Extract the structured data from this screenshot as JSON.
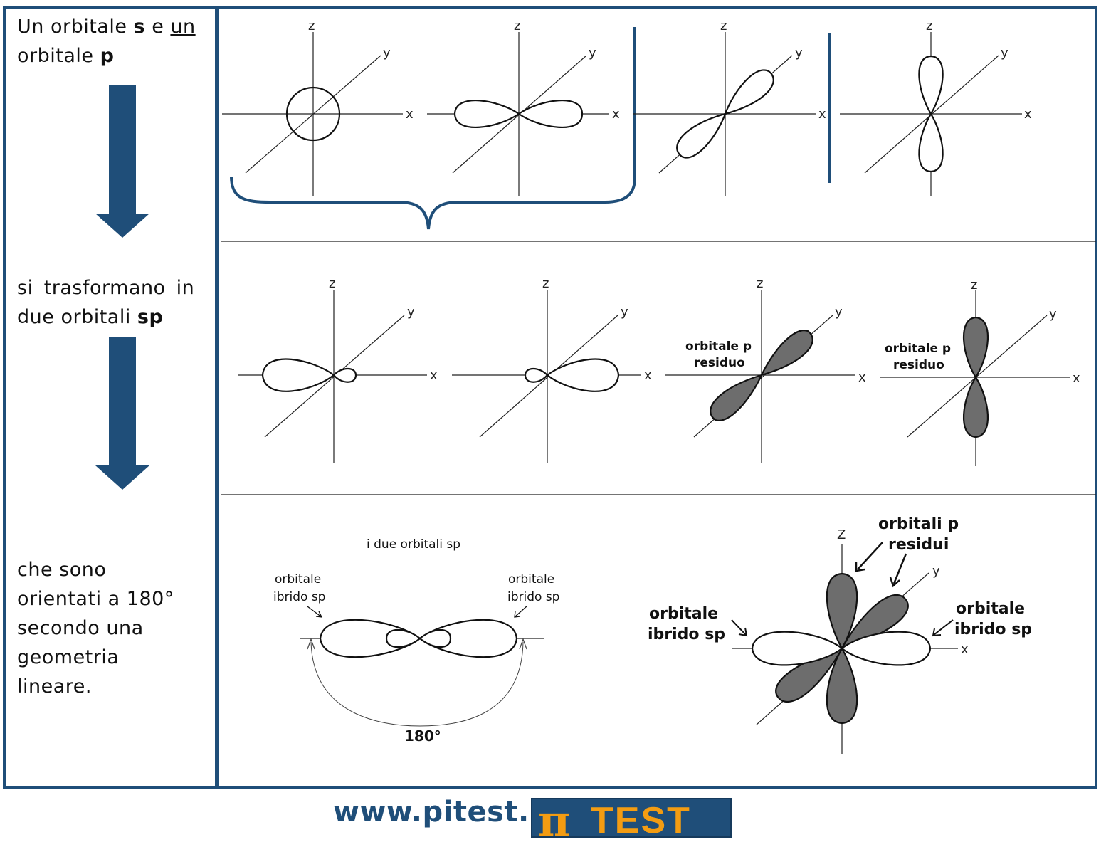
{
  "left_panel": {
    "block1": {
      "line1_prefix": "Un orbitale ",
      "line1_bold": "s",
      "line1_mid": " e ",
      "line1_underline": "un",
      "line2_prefix": "orbitale ",
      "line2_bold": "p"
    },
    "block2": {
      "line1": "si trasformano in",
      "line2_prefix": "due orbitali ",
      "line2_bold": "sp"
    },
    "block3": {
      "lines": [
        "che sono",
        "orientati a 180°",
        "secondo una",
        "geometria",
        "lineare."
      ]
    }
  },
  "axes": {
    "z": "z",
    "y": "y",
    "x": "x",
    "z_big": "Z"
  },
  "row2_labels": {
    "residual_line1": "orbitale p",
    "residual_line2": "residuo"
  },
  "row3_left": {
    "title": "i due orbitali sp",
    "left_line1": "orbitale",
    "left_line2": "ibrido sp",
    "right_line1": "orbitale",
    "right_line2": "ibrido sp",
    "angle": "180°"
  },
  "row3_right": {
    "top_line1": "orbitali p",
    "top_line2": "residui",
    "left_line1": "orbitale",
    "left_line2": "ibrido sp",
    "right_line1": "orbitale",
    "right_line2": "ibrido sp"
  },
  "footer": {
    "url": "www.pitest.it",
    "logo_pi": "π",
    "logo_text": "TEST"
  },
  "colors": {
    "frame": "#1f4e79",
    "arrow": "#1f4e79",
    "gray_lobe": "#6d6d6d",
    "logo_text": "#f39c12"
  }
}
